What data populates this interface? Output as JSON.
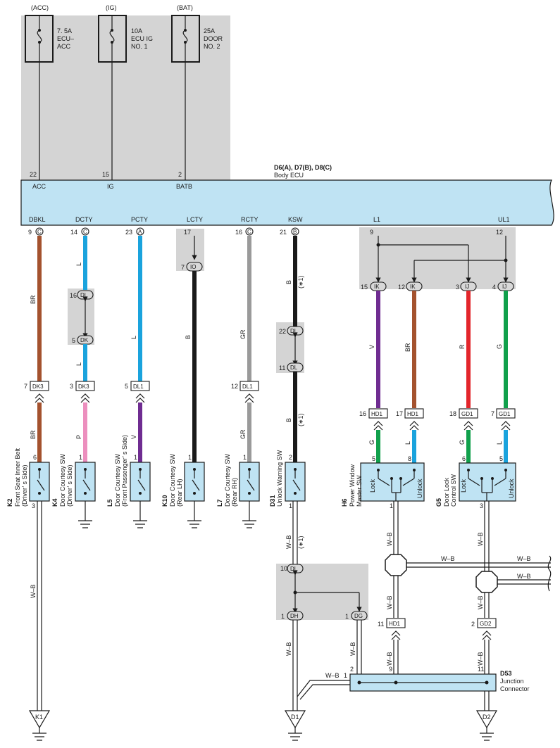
{
  "power_sources": [
    {
      "source": "(ACC)",
      "amp": "7. 5A",
      "name1": "ECU–",
      "name2": "ACC",
      "name3": ""
    },
    {
      "source": "(IG)",
      "amp": "10A",
      "name1": "ECU IG",
      "name2": "NO. 1",
      "name3": ""
    },
    {
      "source": "(BAT)",
      "amp": "25A",
      "name1": "DOOR",
      "name2": "NO. 2",
      "name3": ""
    }
  ],
  "ecu": {
    "code": "D6(A), D7(B), D8(C)",
    "name": "Body ECU",
    "top_pins": [
      {
        "num": "22",
        "label": "ACC"
      },
      {
        "num": "15",
        "label": "IG"
      },
      {
        "num": "2",
        "label": "BATB"
      }
    ],
    "bottom_pins": [
      {
        "num": "9",
        "letter": "C",
        "label": "DBKL"
      },
      {
        "num": "14",
        "letter": "C",
        "label": "DCTY"
      },
      {
        "num": "23",
        "letter": "A",
        "label": "PCTY"
      },
      {
        "num": "17",
        "letter": "",
        "label": "LCTY"
      },
      {
        "num": "16",
        "letter": "C",
        "label": "RCTY"
      },
      {
        "num": "21",
        "letter": "B",
        "label": "KSW"
      },
      {
        "num": "9",
        "letter": "",
        "label": "L1"
      },
      {
        "num": "12",
        "letter": "",
        "label": "UL1"
      }
    ]
  },
  "wire_colors": {
    "BR": "#a4522e",
    "L": "#1aa3dd",
    "P": "#ec8fbe",
    "V": "#6f2c91",
    "B": "#1a1a1a",
    "GR": "#9a9a9a",
    "R": "#e3262b",
    "G": "#10a04b",
    "WB": "#ffffff"
  },
  "wire_labels": {
    "br": "BR",
    "l": "L",
    "p": "P",
    "v": "V",
    "b": "B",
    "gr": "GR",
    "r": "R",
    "g": "G",
    "wb": "W–B",
    "note": "(∗1)"
  },
  "connectors": {
    "dk3a": "DK3",
    "dk3b": "DK3",
    "dl1a": "DL1",
    "dl1b": "DL1",
    "dl_16": "DL",
    "dk_5": "DK",
    "io_7": "IO",
    "dl_22": "DL",
    "dl_11": "DL",
    "dl_10": "DL",
    "dh_1": "DH",
    "dg_1": "DG",
    "ik_15": "IK",
    "ik_12": "IK",
    "ij_3": "IJ",
    "ij_4": "IJ",
    "hd1a": "HD1",
    "hd1b": "HD1",
    "gd1a": "GD1",
    "gd1b": "GD1",
    "hd1c": "HD1",
    "gd2": "GD2"
  },
  "pin_numbers": {
    "p7": "7",
    "p3": "3",
    "p5": "5",
    "p12": "12",
    "p16": "16",
    "p5b": "5",
    "p7b": "7",
    "p22": "22",
    "p11": "11",
    "p15": "15",
    "p12b": "12",
    "p3b": "3",
    "p4": "4",
    "p16b": "16",
    "p17": "17",
    "p18": "18",
    "p7c": "7",
    "p10": "10",
    "p1a": "1",
    "p1b": "1",
    "p11b": "11",
    "p2": "2",
    "k2_top": "6",
    "k2_bot": "3",
    "k4_top": "1",
    "l5_top": "1",
    "k10_top": "1",
    "l7_top": "1",
    "d31_top": "2",
    "d31_bot": "1",
    "h6_l": "5",
    "h6_r": "8",
    "h6_bot": "1",
    "g5_l": "6",
    "g5_r": "5",
    "g5_bot": "3",
    "d53_1": "1",
    "d53_2": "2",
    "d53_9": "9",
    "d53_11": "11"
  },
  "switches": [
    {
      "code": "K2",
      "name1": "Front Seat Inner Belt",
      "name2": "(Driver’ s Side)"
    },
    {
      "code": "K4",
      "name1": "Door Courtesy SW",
      "name2": "(Driver’ s Side)"
    },
    {
      "code": "L5",
      "name1": "Door Courtesy SW",
      "name2": "(Front Passenger’ s Side)"
    },
    {
      "code": "K10",
      "name1": "Door Courtesy SW",
      "name2": "(Rear LH)"
    },
    {
      "code": "L7",
      "name1": "Door Courtesy SW",
      "name2": "(Rear RH)"
    },
    {
      "code": "D31",
      "name1": "Unlock Warning SW",
      "name2": ""
    }
  ],
  "h6": {
    "code": "H6",
    "name1": "Power Window",
    "name2": "Master SW",
    "lock": "Lock",
    "unlock": "Unlock"
  },
  "g5": {
    "code": "G5",
    "name1": "Door Lock",
    "name2": "Control SW",
    "lock": "Lock",
    "unlock": "Unlock"
  },
  "junction": {
    "code": "D53",
    "name1": "Junction",
    "name2": "Connector"
  },
  "grounds": [
    "K1",
    "D1",
    "D2"
  ]
}
